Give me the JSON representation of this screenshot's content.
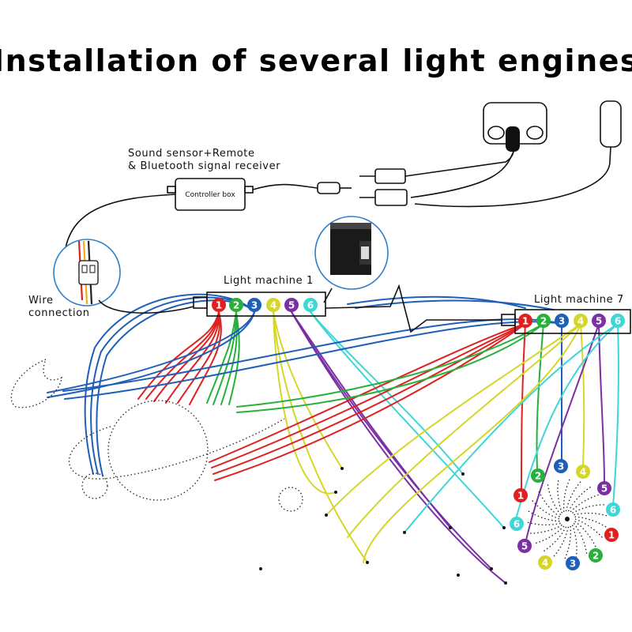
{
  "title": "Installation of several light engines",
  "labels": {
    "receiver_line1": "Sound sensor+Remote",
    "receiver_line2": "& Bluetooth signal receiver",
    "controller_box": "Controller box",
    "wire_line1": "Wire",
    "wire_line2": "connection",
    "machine1": "Light machine 1",
    "machine7": "Light machine 7"
  },
  "ports": [
    "1",
    "2",
    "3",
    "4",
    "5",
    "6"
  ],
  "port_colors": [
    "#e0201e",
    "#27b03a",
    "#1f5fb8",
    "#d6d62a",
    "#7a2fa3",
    "#3fd6d6"
  ],
  "icons": {
    "bulb": "bulb-icon",
    "plug": "power-adapter-icon",
    "connector": "wire-connector-icon",
    "engine": "light-engine-icon"
  }
}
